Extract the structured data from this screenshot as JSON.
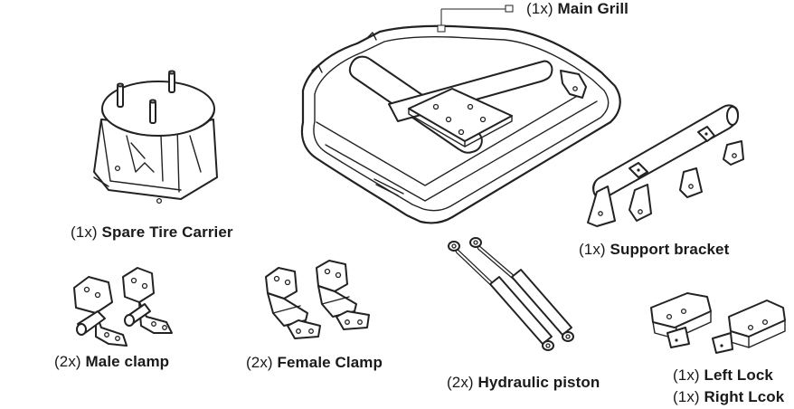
{
  "parts": {
    "main_grill": {
      "qty": "(1x)",
      "name": "Main Grill"
    },
    "spare_tire_carrier": {
      "qty": "(1x)",
      "name": "Spare Tire Carrier"
    },
    "support_bracket": {
      "qty": "(1x)",
      "name": "Support bracket"
    },
    "male_clamp": {
      "qty": "(2x)",
      "name": "Male clamp"
    },
    "female_clamp": {
      "qty": "(2x)",
      "name": "Female Clamp"
    },
    "hydraulic_piston": {
      "qty": "(2x)",
      "name": "Hydraulic piston"
    },
    "left_lock": {
      "qty": "(1x)",
      "name": "Left Lock"
    },
    "right_lock": {
      "qty": "(1x)",
      "name": "Right Lcok"
    }
  },
  "colors": {
    "ink": "#1a1a1a",
    "background": "#ffffff"
  }
}
